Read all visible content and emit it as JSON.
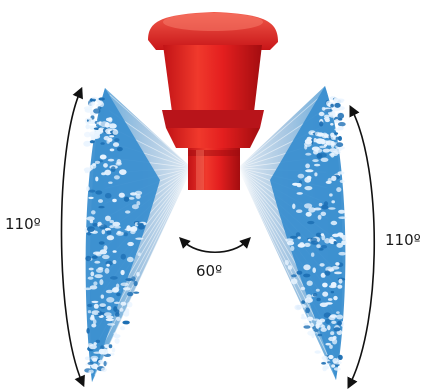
{
  "labels": {
    "left_spray_angle": "110º",
    "right_spray_angle": "110º",
    "between_fans_angle": "60º"
  },
  "colors": {
    "nozzle_red": "#e41f1f",
    "nozzle_red_dark": "#b30f12",
    "spray_blue": "#2f8fd0",
    "spray_ray": "#8fb7d8",
    "arrow": "#111111"
  },
  "icons": {
    "nozzle": "nozzle-icon",
    "spray": "spray-fan-icon",
    "arrow": "curved-double-arrow-icon"
  }
}
